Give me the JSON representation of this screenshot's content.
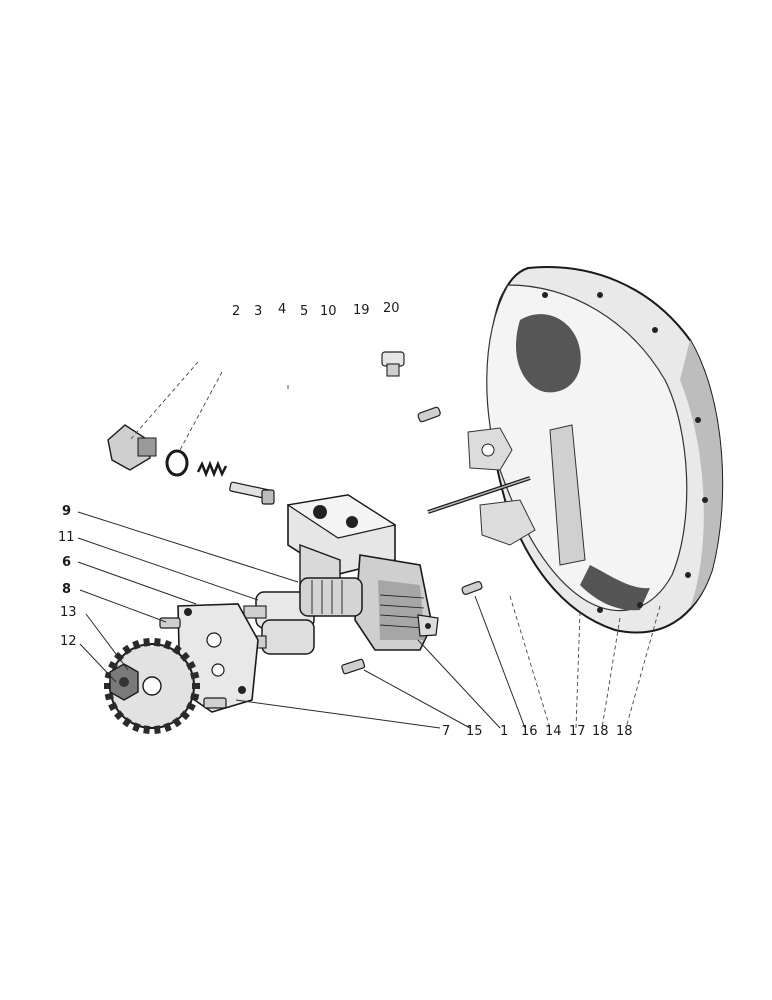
{
  "top_labels": [
    "2",
    "3",
    "4",
    "5",
    "10",
    "19",
    "20"
  ],
  "left_labels": [
    "9",
    "11",
    "6",
    "8",
    "13",
    "12"
  ],
  "bottom_labels": [
    "7",
    "15",
    "1",
    "16",
    "14",
    "17",
    "18",
    "18"
  ]
}
